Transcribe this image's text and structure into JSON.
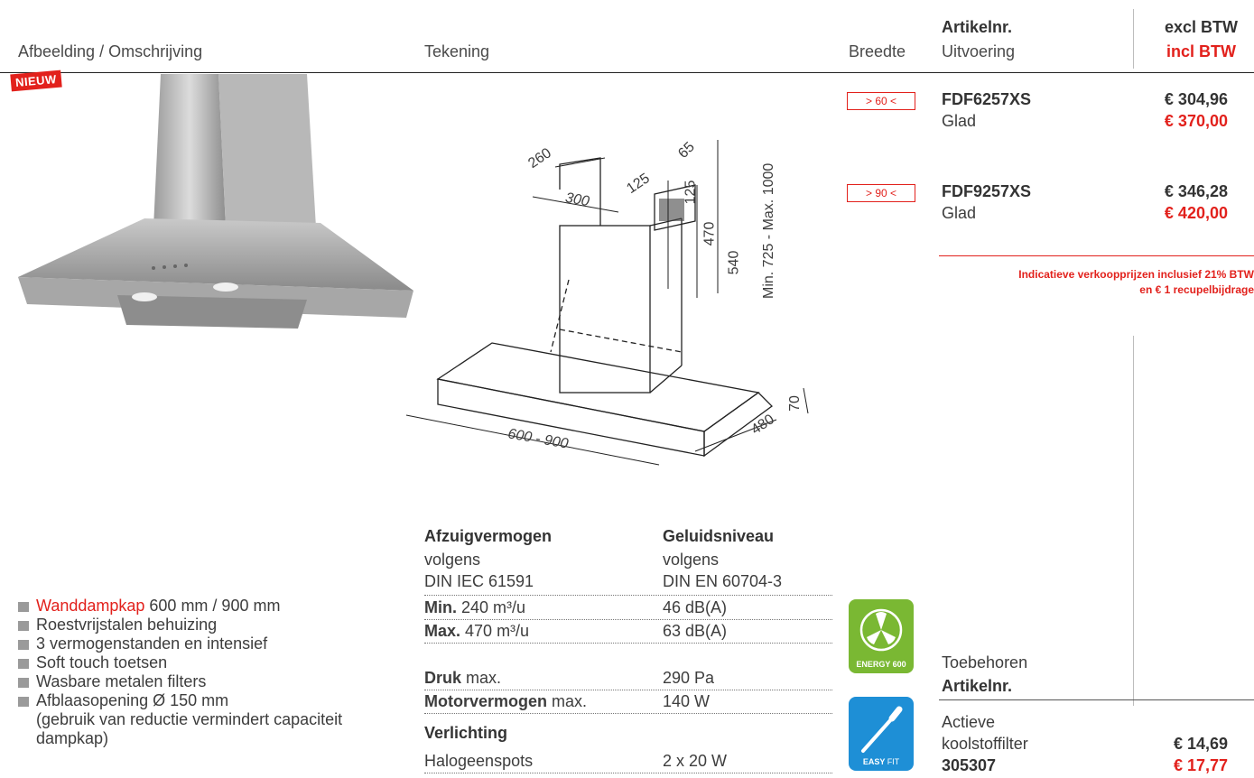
{
  "header": {
    "col_image": "Afbeelding / Omschrijving",
    "col_drawing": "Tekening",
    "col_width": "Breedte",
    "col_article": "Artikelnr.",
    "col_variant": "Uitvoering",
    "col_excl": "excl BTW",
    "col_incl": "incl BTW"
  },
  "badge": "NIEUW",
  "products": [
    {
      "width": "> 60 <",
      "article": "FDF6257XS",
      "variant": "Glad",
      "excl": "€ 304,96",
      "incl": "€ 370,00"
    },
    {
      "width": "> 90 <",
      "article": "FDF9257XS",
      "variant": "Glad",
      "excl": "€ 346,28",
      "incl": "€ 420,00"
    }
  ],
  "price_note": {
    "line1": "Indicatieve verkoopprijzen inclusief 21% BTW",
    "line2": "en € 1 recupelbijdrage"
  },
  "drawing": {
    "d260": "260",
    "d300": "300",
    "d125a": "125",
    "d65": "65",
    "d125b": "125",
    "d470": "470",
    "d540": "540",
    "dmin": "Min. 725 - Max. 1000",
    "d70": "70",
    "d480": "480",
    "d600": "600 - 900"
  },
  "specs": {
    "h_suction": "Afzuigvermogen",
    "h_noise": "Geluidsniveau",
    "sub1a": "volgens",
    "sub1b": "DIN IEC 61591",
    "sub2a": "volgens",
    "sub2b": "DIN EN 60704-3",
    "rows": [
      {
        "label_b": "Min.",
        "label": " 240 m³/u",
        "value": "46 dB(A)"
      },
      {
        "label_b": "Max.",
        "label": " 470 m³/u",
        "value": "63 dB(A)"
      },
      {
        "label_b": "Druk",
        "label": " max.",
        "value": "290 Pa"
      },
      {
        "label_b": "Motorvermogen",
        "label": " max.",
        "value": "140 W"
      },
      {
        "label_b": "Verlichting",
        "label": "",
        "value": ""
      },
      {
        "label_b": "",
        "label": "Halogeenspots",
        "value": "2 x 20 W"
      }
    ]
  },
  "features": {
    "first_red": "Wanddampkap",
    "first_rest": " 600 mm / 900 mm",
    "items": [
      "Roestvrijstalen behuizing",
      "3 vermogenstanden en intensief",
      "Soft touch toetsen",
      "Wasbare metalen filters",
      "Afblaasopening Ø 150 mm"
    ],
    "continuation1": "(gebruik van reductie vermindert capaciteit",
    "continuation2": "dampkap)"
  },
  "icons": {
    "energy_label": "ENERGY 600",
    "easyfit_label_a": "EASY",
    "easyfit_label_b": "FIT",
    "energy_color": "#7ab833",
    "easyfit_color": "#1e8fd6"
  },
  "accessories": {
    "title": "Toebehoren",
    "article_label": "Artikelnr.",
    "item_line1": "Actieve",
    "item_line2": "koolstoffilter",
    "item_article": "305307",
    "excl": "€ 14,69",
    "incl": "€ 17,77"
  }
}
